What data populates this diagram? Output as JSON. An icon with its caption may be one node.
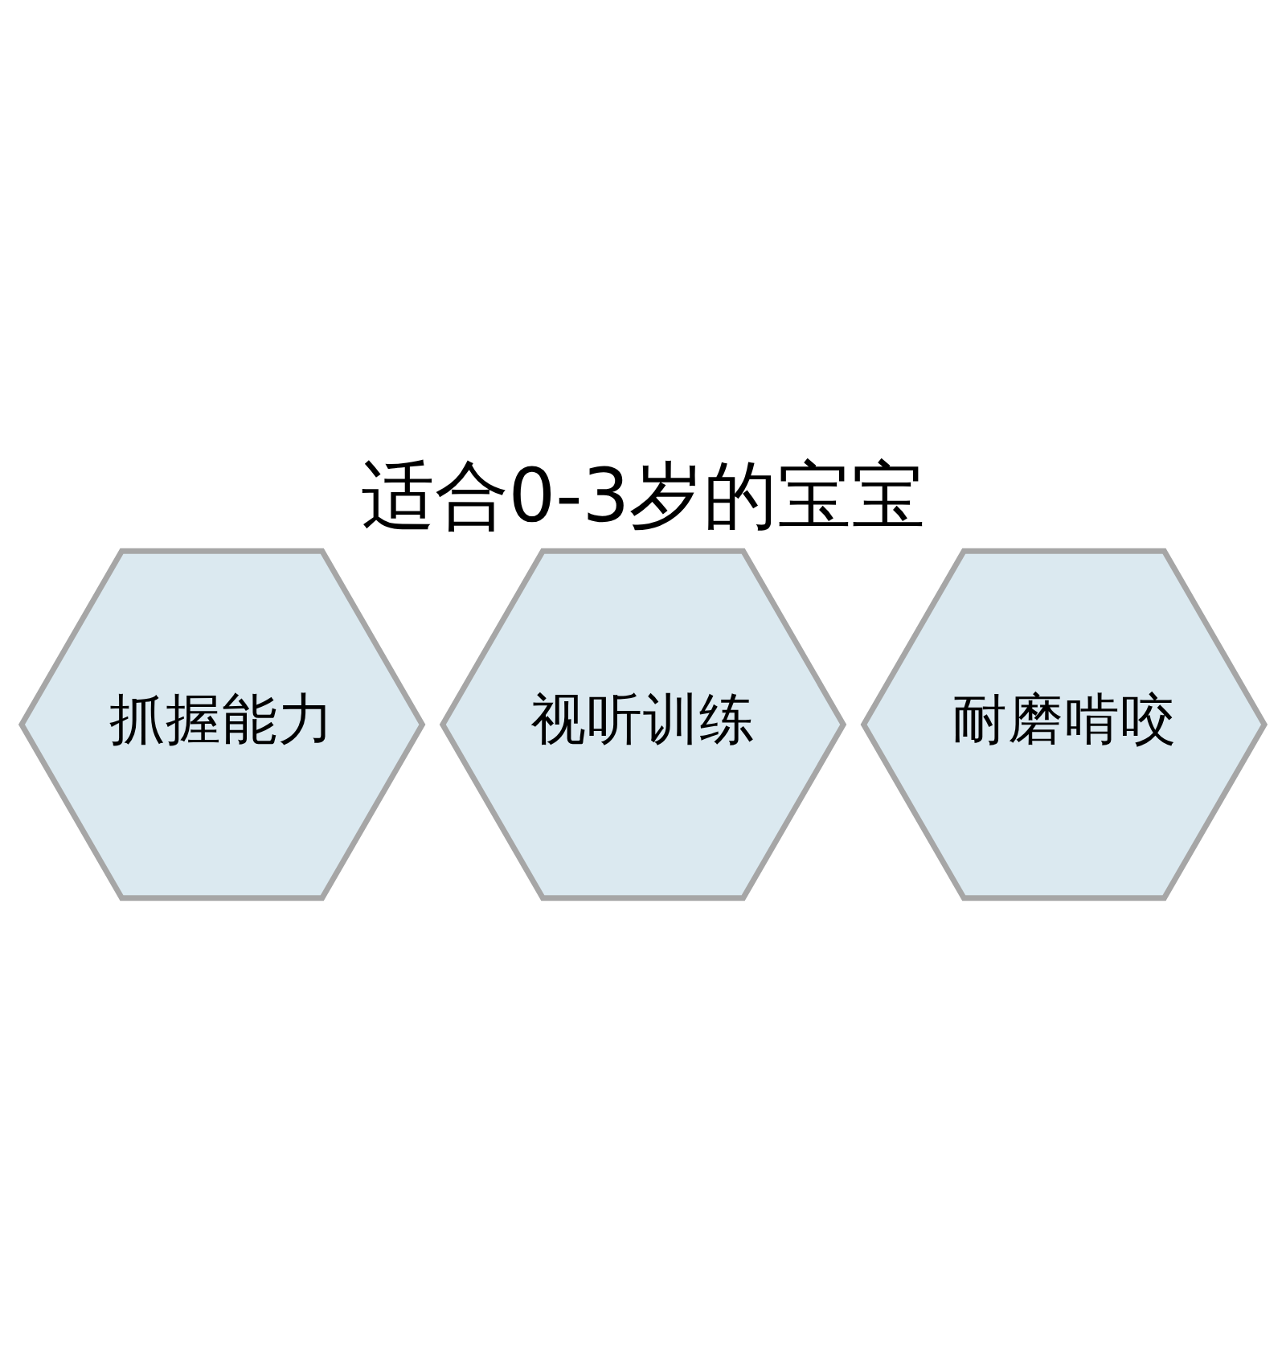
{
  "diagram": {
    "title": "适合0-3岁的宝宝",
    "nodes": [
      {
        "text": [
          "抓握能力"
        ]
      },
      {
        "text": [
          "视听训练"
        ]
      },
      {
        "text": [
          "耐磨啃咬"
        ]
      }
    ]
  }
}
